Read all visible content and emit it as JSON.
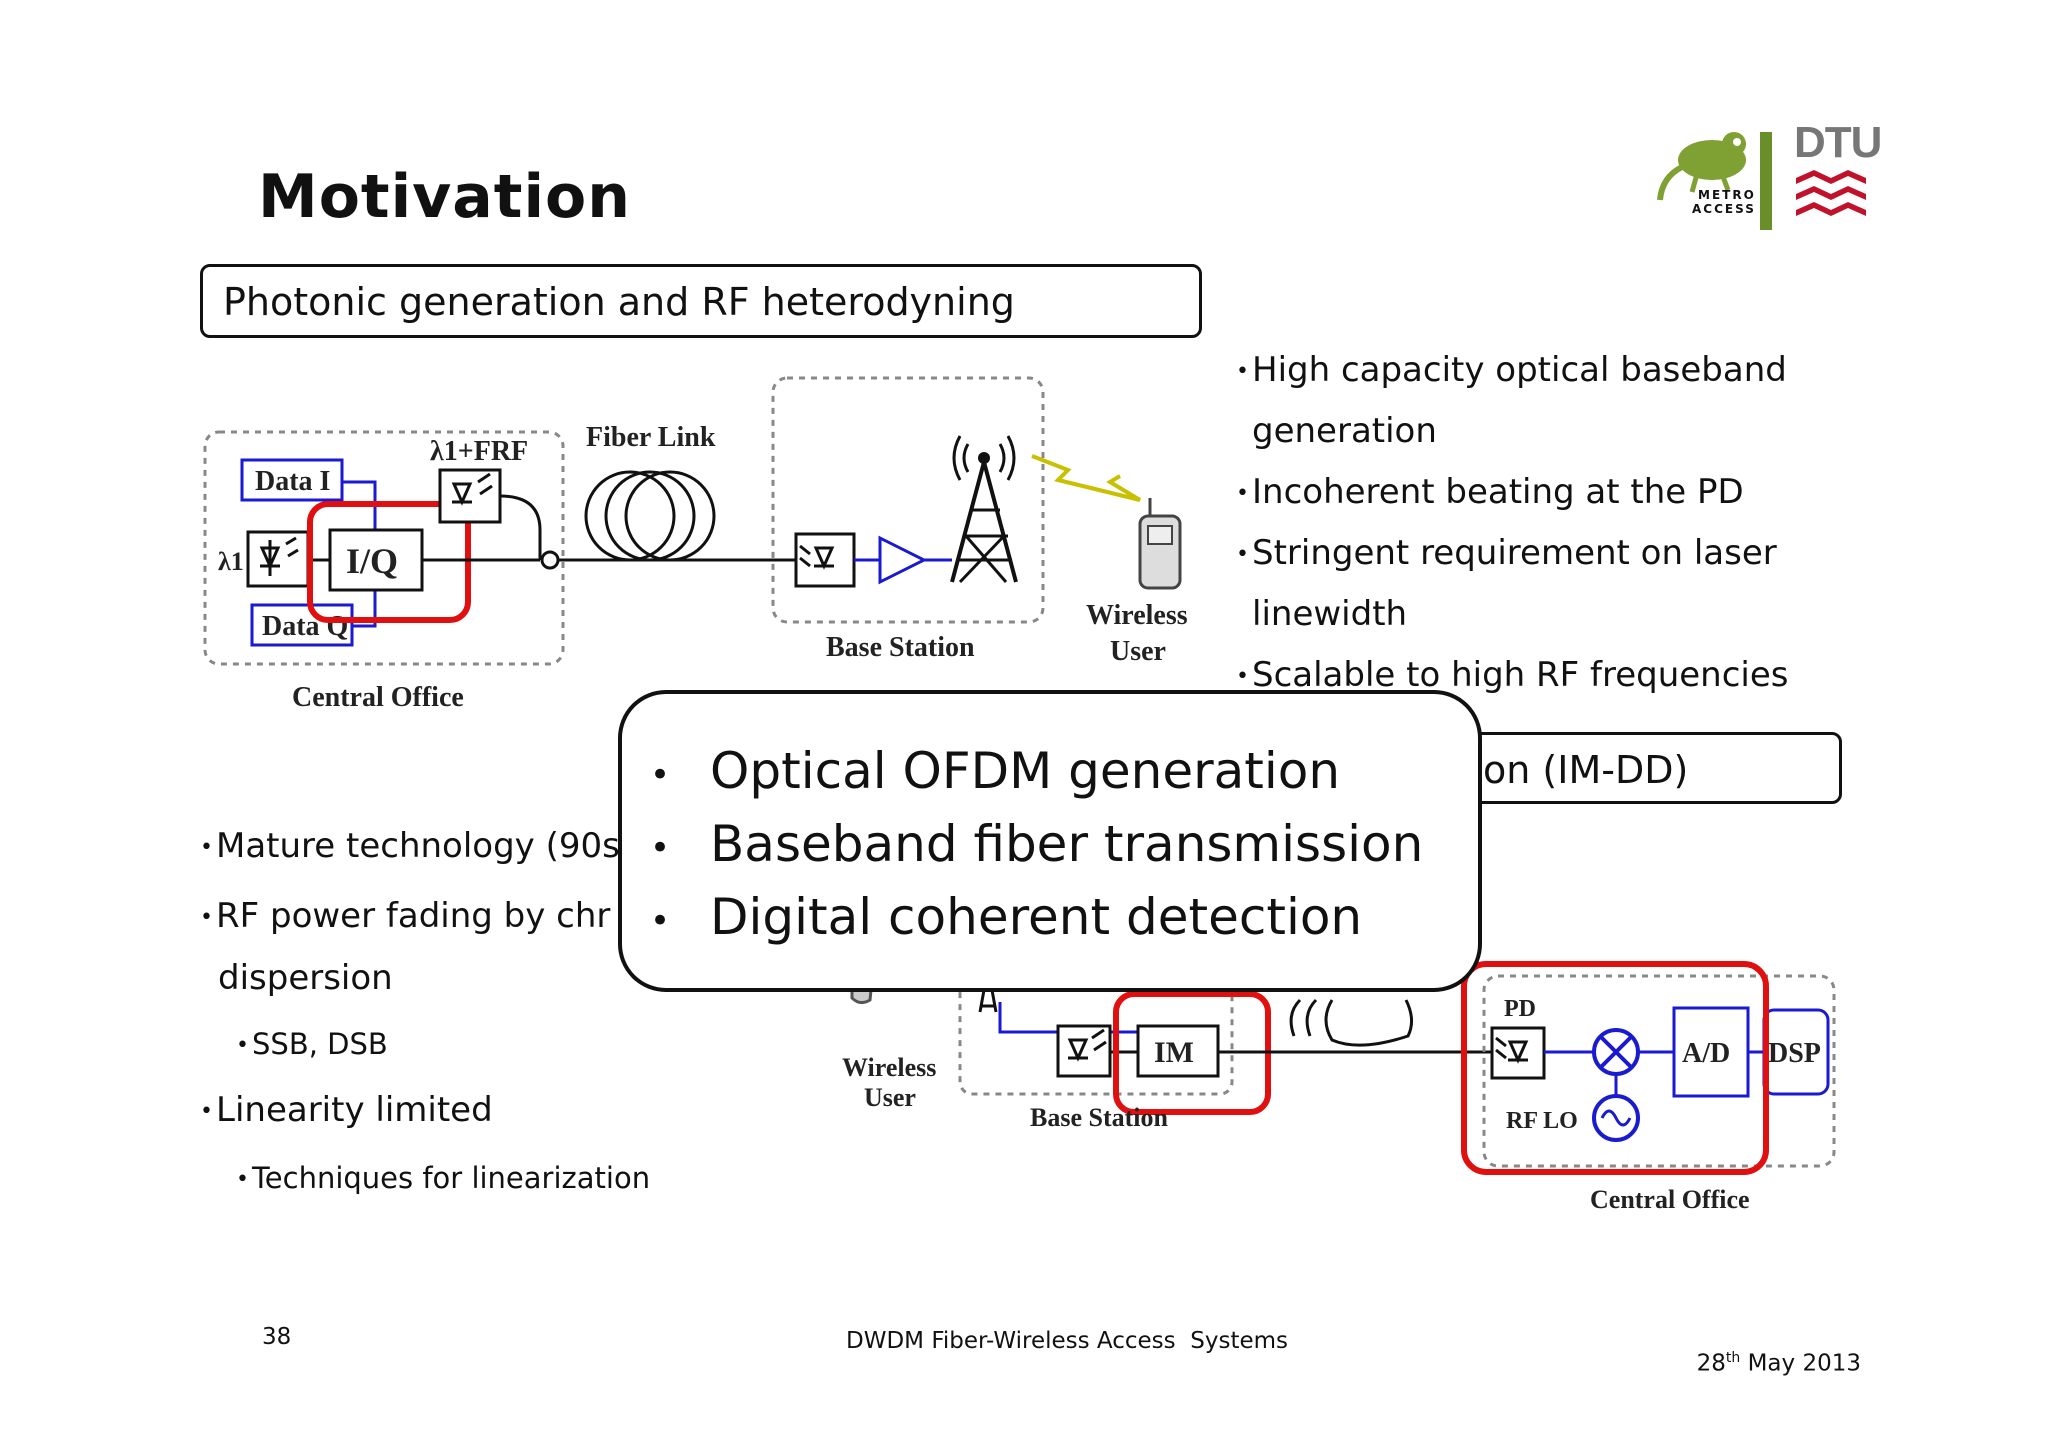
{
  "slide": {
    "title": "Motivation",
    "section1_label": "Photonic generation and RF heterodyning",
    "section2_label_visible": "on (IM-DD)",
    "right_bullets": [
      "High capacity optical baseband",
      "generation",
      "Incoherent beating at the PD",
      "Stringent requirement on laser",
      "linewidth",
      "Scalable to high RF frequencies"
    ],
    "left_bullets": {
      "b1": "Mature technology (90s",
      "b2a": "RF power fading by chr",
      "b2b": "dispersion",
      "s1": "SSB, DSB",
      "b3": "Linearity limited",
      "s2": "Techniques for linearization"
    },
    "overlay_bullets": [
      "Optical OFDM generation",
      "Baseband fiber transmission",
      "Digital coherent detection"
    ],
    "diagram1": {
      "data_i": "Data I",
      "data_q": "Data Q",
      "lambda1": "λ1",
      "lambda_rf": "λ1+FRF",
      "iq": "I/Q",
      "fiber_link": "Fiber Link",
      "base_station": "Base Station",
      "wireless": "Wireless",
      "user": "User",
      "central_office": "Central Office"
    },
    "diagram2": {
      "wireless": "Wireless",
      "user": "User",
      "im": "IM",
      "base_station": "Base Station",
      "pd": "PD",
      "ad": "A/D",
      "dsp": "DSP",
      "rf_lo": "RF LO",
      "central_office": "Central Office"
    },
    "logo": {
      "metro1": "METRO",
      "metro2": "ACCESS",
      "dtu": "DTU"
    },
    "footer": {
      "page": "38",
      "center": "DWDM Fiber-Wireless Access  Systems",
      "date_day": "28",
      "date_sup": "th",
      "date_rest": " May 2013"
    },
    "colors": {
      "highlight_red": "#e01010",
      "diagram_blue": "#1a1ad0",
      "dtu_red": "#c0122a",
      "logo_green": "#6a8e2a"
    }
  }
}
